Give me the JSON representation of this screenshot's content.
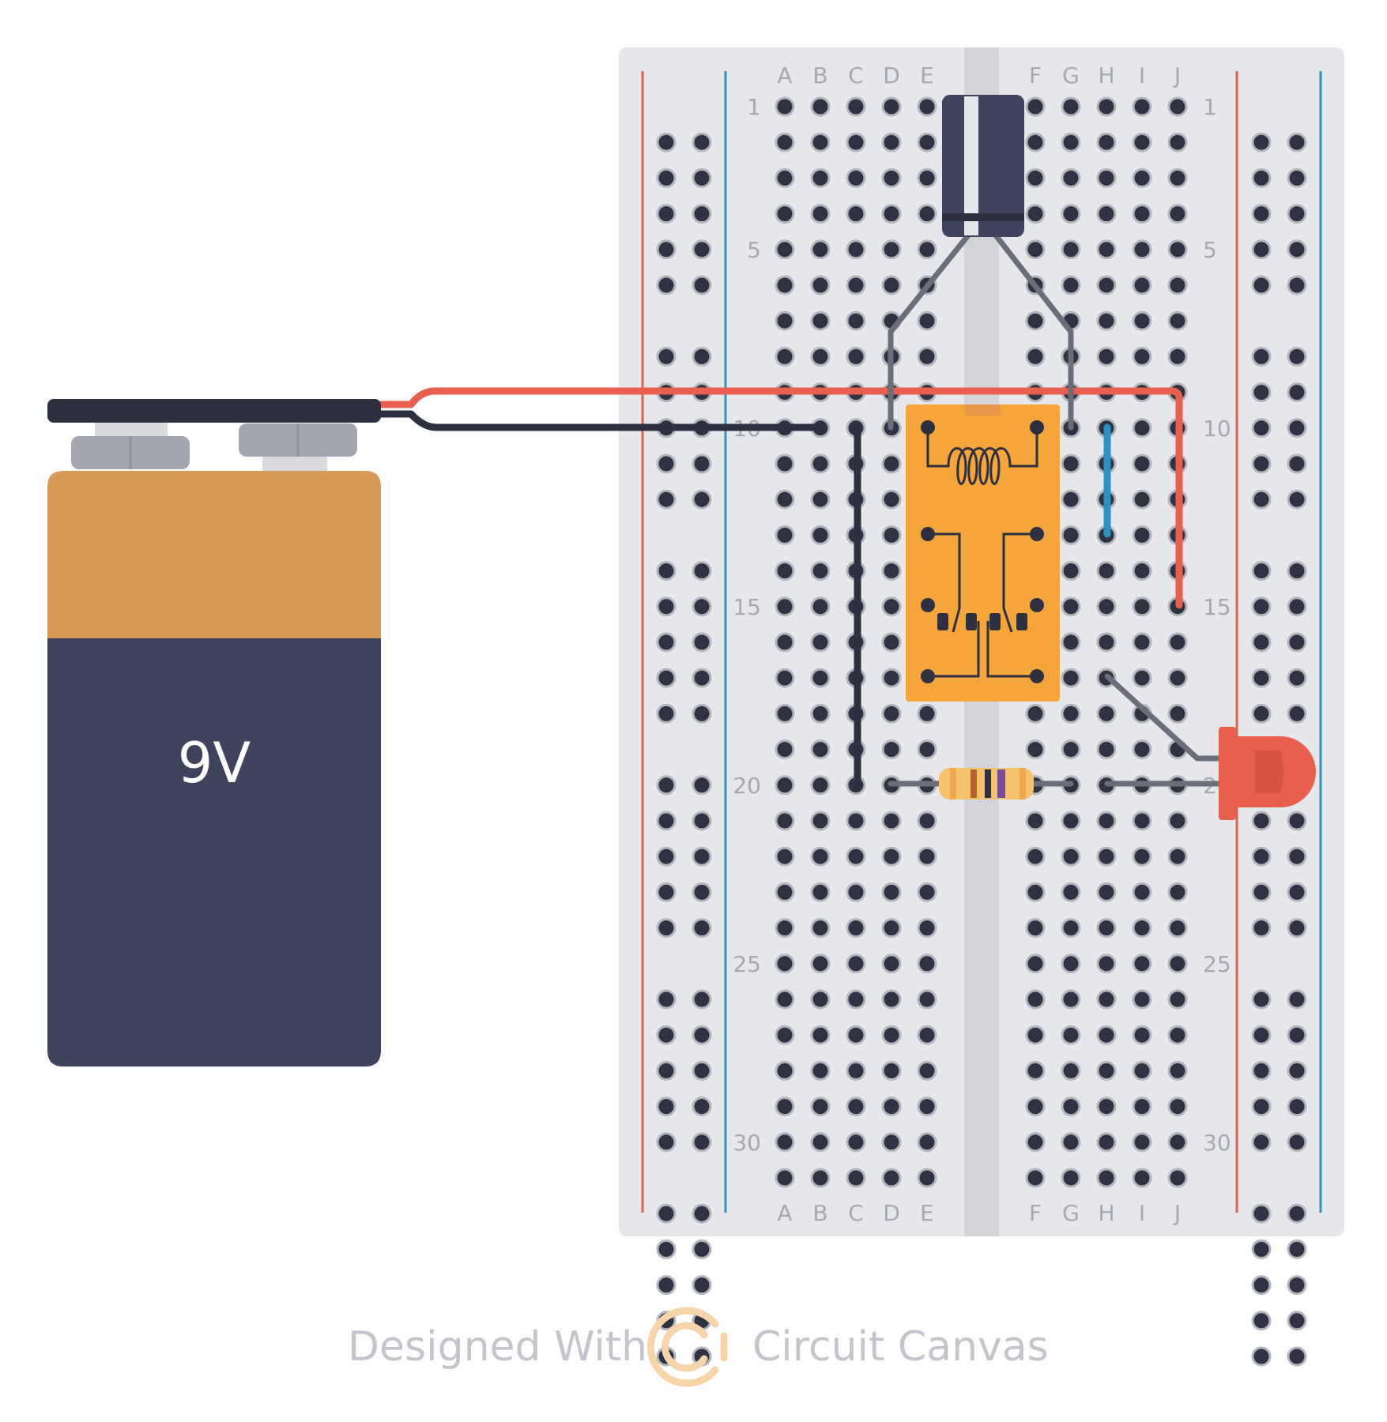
{
  "battery": {
    "label": "9V"
  },
  "breadboard": {
    "columns_left": [
      "A",
      "B",
      "C",
      "D",
      "E"
    ],
    "columns_right": [
      "F",
      "G",
      "H",
      "I",
      "J"
    ],
    "row_numbers": [
      "1",
      "5",
      "10",
      "15",
      "20",
      "25",
      "30"
    ]
  },
  "footer": {
    "prefix": "Designed With",
    "brand": "Circuit Canvas"
  },
  "colors": {
    "board": "#e6e7ea",
    "rail_red": "#e3604f",
    "rail_blue": "#2f93bf",
    "hole": "#2f3243",
    "hole_ring": "#b3b5bd",
    "battery_top": "#d79b57",
    "battery_body": "#3f435d",
    "relay": "#f5a53a",
    "wire_red": "#e8604d",
    "wire_black": "#2d3040",
    "wire_blue": "#2a92c0",
    "led": "#e8604d",
    "brand_logo": "#f7d4a8"
  }
}
